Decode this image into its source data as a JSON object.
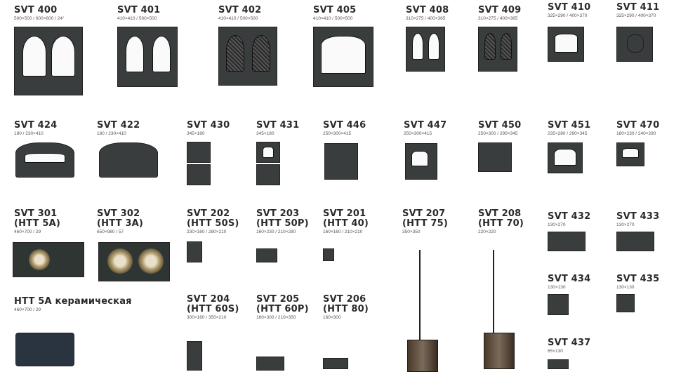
{
  "products": [
    {
      "id": "svt400",
      "code": "SVT 400",
      "dims": "500×500 / 600×600 / 24°"
    },
    {
      "id": "svt401",
      "code": "SVT 401",
      "dims": "410×410 / 500×500"
    },
    {
      "id": "svt402",
      "code": "SVT 402",
      "dims": "410×410 / 500×500"
    },
    {
      "id": "svt405",
      "code": "SVT 405",
      "dims": "410×410 / 500×500"
    },
    {
      "id": "svt408",
      "code": "SVT 408",
      "dims": "310×275 / 400×365"
    },
    {
      "id": "svt409",
      "code": "SVT 409",
      "dims": "310×275 / 400×365"
    },
    {
      "id": "svt410",
      "code": "SVT 410",
      "dims": "325×290 / 400×370"
    },
    {
      "id": "svt411",
      "code": "SVT 411",
      "dims": "325×290 / 400×370"
    },
    {
      "id": "svt424",
      "code": "SVT 424",
      "dims": "180 / 230×410"
    },
    {
      "id": "svt422",
      "code": "SVT 422",
      "dims": "180 / 230×410"
    },
    {
      "id": "svt430",
      "code": "SVT 430",
      "dims": "345×180"
    },
    {
      "id": "svt431",
      "code": "SVT 431",
      "dims": "345×180"
    },
    {
      "id": "svt446",
      "code": "SVT 446",
      "dims": "250×300×415"
    },
    {
      "id": "svt447",
      "code": "SVT 447",
      "dims": "250×300×415"
    },
    {
      "id": "svt450",
      "code": "SVT 450",
      "dims": "250×300 / 290×345"
    },
    {
      "id": "svt451",
      "code": "SVT 451",
      "dims": "235×280 / 290×345"
    },
    {
      "id": "svt470",
      "code": "SVT 470",
      "dims": "180×230 / 240×280"
    },
    {
      "id": "svt301",
      "code": "SVT 301\n(HTT 5A)",
      "dims": "460×700 / 29"
    },
    {
      "id": "svt302",
      "code": "SVT 302\n(HTT 3A)",
      "dims": "650×980 / 57"
    },
    {
      "id": "svt202",
      "code": "SVT 202\n(HTT 50S)",
      "dims": "230×160 / 280×210"
    },
    {
      "id": "svt203",
      "code": "SVT 203\n(HTT 50P)",
      "dims": "160×230 / 210×280"
    },
    {
      "id": "svt201",
      "code": "SVT 201\n(HTT 40)",
      "dims": "160×160 / 210×210"
    },
    {
      "id": "svt207",
      "code": "SVT 207\n(HTT 75)",
      "dims": "350×350"
    },
    {
      "id": "svt208",
      "code": "SVT 208\n(HTT 70)",
      "dims": "220×220"
    },
    {
      "id": "svt432",
      "code": "SVT 432",
      "dims": "130×270"
    },
    {
      "id": "svt433",
      "code": "SVT 433",
      "dims": "130×270"
    },
    {
      "id": "svt434",
      "code": "SVT 434",
      "dims": "130×130"
    },
    {
      "id": "svt435",
      "code": "SVT 435",
      "dims": "130×130"
    },
    {
      "id": "htt5a",
      "code": "HTT 5A керамическая",
      "dims": "460×700 / 29"
    },
    {
      "id": "svt204",
      "code": "SVT 204\n(HTT 60S)",
      "dims": "300×160 / 350×210"
    },
    {
      "id": "svt205",
      "code": "SVT 205\n(HTT 60P)",
      "dims": "160×300 / 210×350"
    },
    {
      "id": "svt206",
      "code": "SVT 206\n(HTT 80)",
      "dims": "160×300"
    },
    {
      "id": "svt437",
      "code": "SVT 437",
      "dims": "65×130"
    }
  ]
}
